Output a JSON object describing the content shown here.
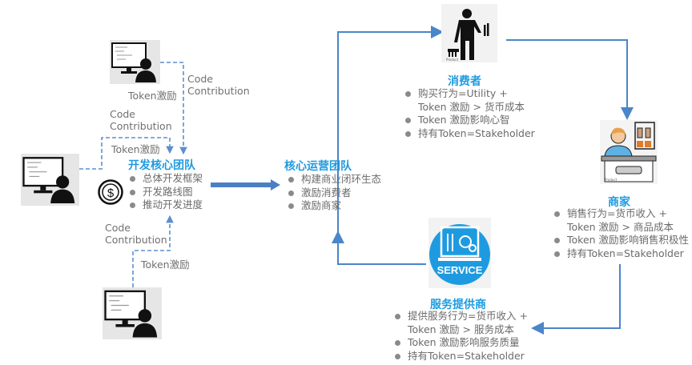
{
  "dev": {
    "top": {
      "contribution": "Code\nContribution",
      "token": "Token激励"
    },
    "left": {
      "contribution": "Code\nContribution",
      "token": "Token激励"
    },
    "bottom": {
      "contribution": "Code\nContribution",
      "token": "Token激励"
    }
  },
  "dev_team": {
    "title": "开发核心团队",
    "bullets": [
      "总体开发框架",
      "开发路线图",
      "推动开发进度"
    ]
  },
  "ops_team": {
    "title": "核心运营团队",
    "bullets": [
      "构建商业闭环生态",
      "激励消费者",
      "激励商家"
    ]
  },
  "consumer": {
    "title": "消费者",
    "bullets": [
      [
        "购买行为=Utility +",
        "Token 激励 > 货币成本"
      ],
      [
        "Token 激励影响心智"
      ],
      [
        "持有Token=Stakeholder"
      ]
    ],
    "icon_caption": "Product"
  },
  "merchant": {
    "title": "商家",
    "bullets": [
      [
        "销售行为=货币收入 +",
        "Token 激励 > 商品成本"
      ],
      [
        "Token 激励影响销售积极性"
      ],
      [
        "持有Token=Stakeholder"
      ]
    ],
    "icon_caption": "Product"
  },
  "service": {
    "title": "服务提供商",
    "bullets": [
      [
        "提供服务行为=货币收入 +",
        "Token 激励 > 服务成本"
      ],
      [
        "Token 激励影响服务质量"
      ],
      [
        "持有Token=Stakeholder"
      ]
    ],
    "icon_label": "SERVICE"
  },
  "colors": {
    "accent": "#1e9be0",
    "arrow": "#4a86c8",
    "dashed": "#5b8fd0"
  }
}
